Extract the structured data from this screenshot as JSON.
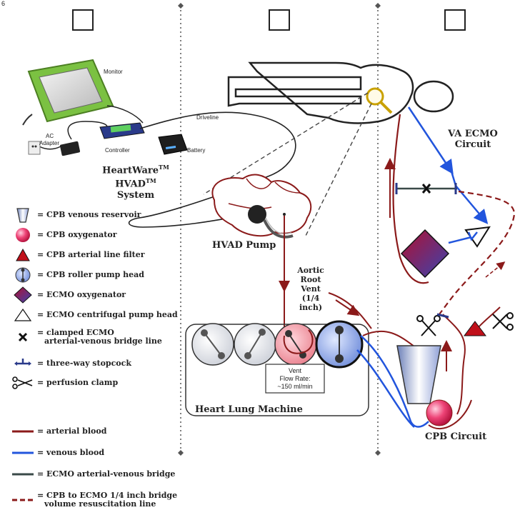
{
  "corner_mark": "6",
  "panels": [
    "",
    "",
    ""
  ],
  "device_labels": {
    "monitor": "Monitor",
    "ac_adapter_line1": "AC",
    "ac_adapter_line2": "Adapter",
    "controller": "Controller",
    "battery": "Battery",
    "driveline": "Driveline"
  },
  "system_title": {
    "line1": "HeartWare",
    "line1_sup": "TM",
    "line2": "HVAD",
    "line2_sup": "TM",
    "line3": "System"
  },
  "labels": {
    "hvad_pump": "HVAD Pump",
    "aortic_vent": [
      "Aortic",
      "Root",
      "Vent",
      "(1/4 inch)"
    ],
    "va_ecmo": [
      "VA ECMO",
      "Circuit"
    ],
    "heart_lung_machine": "Heart Lung Machine",
    "vent_flow": [
      "Vent",
      "Flow Rate:",
      "~150 ml/min"
    ],
    "cpb_circuit": "CPB Circuit"
  },
  "legend": [
    {
      "icon": "cpb-venous-reservoir-icon",
      "text": "= CPB venous reservoir"
    },
    {
      "icon": "cpb-oxygenator-icon",
      "text": "= CPB oxygenator"
    },
    {
      "icon": "cpb-arterial-line-filter-icon",
      "text": "= CPB arterial line filter"
    },
    {
      "icon": "cpb-roller-pump-head-icon",
      "text": "= CPB roller pump head"
    },
    {
      "icon": "ecmo-oxygenator-icon",
      "text": "= ECMO  oxygenator"
    },
    {
      "icon": "ecmo-centrifugal-pump-head-icon",
      "text": "= ECMO  centrifugal pump  head"
    },
    {
      "icon": "clamped-bridge-icon",
      "text": "= clamped  ECMO",
      "text2": "arterial-venous  bridge line"
    },
    {
      "icon": "three-way-stopcock-icon",
      "text": "= three-way  stopcock"
    },
    {
      "icon": "perfusion-clamp-icon",
      "text": "= perfusion  clamp"
    },
    {
      "icon": "arterial-blood-line-icon",
      "text": "= arterial blood"
    },
    {
      "icon": "venous-blood-line-icon",
      "text": "= venous blood"
    },
    {
      "icon": "ecmo-bridge-line-icon",
      "text": "= ECMO  arterial-venous  bridge"
    },
    {
      "icon": "cpb-to-ecmo-dashed-line-icon",
      "text": "= CPB to ECMO  1/4 inch bridge",
      "text2": "volume  resuscitation line"
    }
  ],
  "colors": {
    "arterial": "#8b1a1a",
    "venous": "#2255dd",
    "bridge": "#3a4a48",
    "monitor_green": "#7bc142"
  }
}
